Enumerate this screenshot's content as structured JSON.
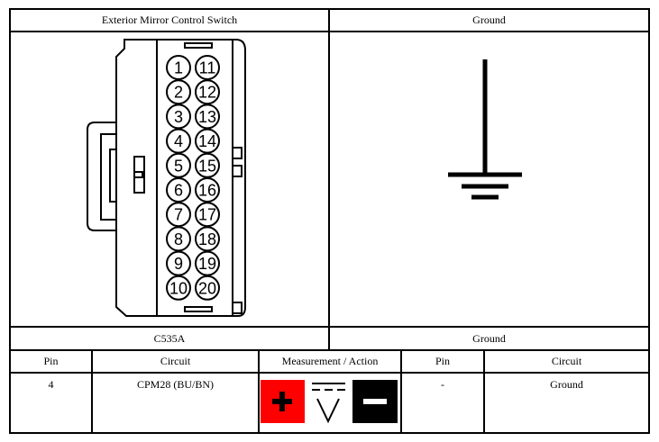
{
  "header": {
    "left_title": "Exterior Mirror Control Switch",
    "right_title": "Ground"
  },
  "connector": {
    "label": "C535A",
    "pins_left": [
      "1",
      "2",
      "3",
      "4",
      "5",
      "6",
      "7",
      "8",
      "9",
      "10"
    ],
    "pins_right": [
      "11",
      "12",
      "13",
      "14",
      "15",
      "16",
      "17",
      "18",
      "19",
      "20"
    ]
  },
  "ground_label": "Ground",
  "table": {
    "headers": [
      "Pin",
      "Circuit",
      "Measurement / Action",
      "Pin",
      "Circuit"
    ],
    "row": {
      "pin": "4",
      "circuit": "CPM28 (BU/BN)",
      "measurement_icons": [
        "positive-terminal-icon",
        "dc-voltage-icon",
        "negative-terminal-icon"
      ],
      "pin2": "-",
      "circuit2": "Ground"
    }
  },
  "colors": {
    "positive": "#ff0000",
    "negative": "#000000"
  }
}
